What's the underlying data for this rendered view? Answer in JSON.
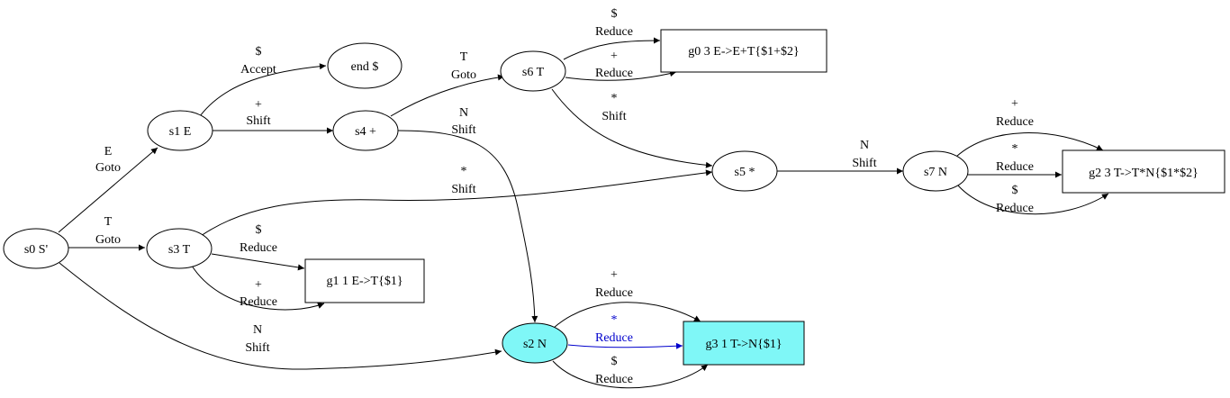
{
  "colors": {
    "default": "#000000",
    "highlight_fill": "#7ff7f7",
    "highlight_edge": "#0000cc",
    "background": "#ffffff"
  },
  "nodes": {
    "s0": {
      "label": "s0 S'",
      "shape": "ellipse",
      "highlight": false
    },
    "s1": {
      "label": "s1 E",
      "shape": "ellipse",
      "highlight": false
    },
    "end": {
      "label": "end $",
      "shape": "ellipse",
      "highlight": false
    },
    "s4": {
      "label": "s4 +",
      "shape": "ellipse",
      "highlight": false
    },
    "s6": {
      "label": "s6 T",
      "shape": "ellipse",
      "highlight": false
    },
    "g0": {
      "label": "g0 3 E->E+T{$1+$2}",
      "shape": "box",
      "highlight": false
    },
    "s5": {
      "label": "s5 *",
      "shape": "ellipse",
      "highlight": false
    },
    "s7": {
      "label": "s7 N",
      "shape": "ellipse",
      "highlight": false
    },
    "g2": {
      "label": "g2 3 T->T*N{$1*$2}",
      "shape": "box",
      "highlight": false
    },
    "s3": {
      "label": "s3 T",
      "shape": "ellipse",
      "highlight": false
    },
    "g1": {
      "label": "g1 1 E->T{$1}",
      "shape": "box",
      "highlight": false
    },
    "s2": {
      "label": "s2 N",
      "shape": "ellipse",
      "highlight": true
    },
    "g3": {
      "label": "g3 1 T->N{$1}",
      "shape": "box",
      "highlight": true
    }
  },
  "edges": {
    "s0_s1": {
      "from": "s0",
      "to": "s1",
      "symbol": "E",
      "action": "Goto",
      "highlight": false
    },
    "s0_s3": {
      "from": "s0",
      "to": "s3",
      "symbol": "T",
      "action": "Goto",
      "highlight": false
    },
    "s0_s2": {
      "from": "s0",
      "to": "s2",
      "symbol": "N",
      "action": "Shift",
      "highlight": false
    },
    "s1_end": {
      "from": "s1",
      "to": "end",
      "symbol": "$",
      "action": "Accept",
      "highlight": false
    },
    "s1_s4": {
      "from": "s1",
      "to": "s4",
      "symbol": "+",
      "action": "Shift",
      "highlight": false
    },
    "s4_s6": {
      "from": "s4",
      "to": "s6",
      "symbol": "T",
      "action": "Goto",
      "highlight": false
    },
    "s4_s2": {
      "from": "s4",
      "to": "s2",
      "symbol": "N",
      "action": "Shift",
      "highlight": false
    },
    "s6_g0_dollar": {
      "from": "s6",
      "to": "g0",
      "symbol": "$",
      "action": "Reduce",
      "highlight": false
    },
    "s6_g0_plus": {
      "from": "s6",
      "to": "g0",
      "symbol": "+",
      "action": "Reduce",
      "highlight": false
    },
    "s6_s5": {
      "from": "s6",
      "to": "s5",
      "symbol": "*",
      "action": "Shift",
      "highlight": false
    },
    "s3_s5": {
      "from": "s3",
      "to": "s5",
      "symbol": "*",
      "action": "Shift",
      "highlight": false
    },
    "s3_g1_dollar": {
      "from": "s3",
      "to": "g1",
      "symbol": "$",
      "action": "Reduce",
      "highlight": false
    },
    "s3_g1_plus": {
      "from": "s3",
      "to": "g1",
      "symbol": "+",
      "action": "Reduce",
      "highlight": false
    },
    "s5_s7": {
      "from": "s5",
      "to": "s7",
      "symbol": "N",
      "action": "Shift",
      "highlight": false
    },
    "s7_g2_plus": {
      "from": "s7",
      "to": "g2",
      "symbol": "+",
      "action": "Reduce",
      "highlight": false
    },
    "s7_g2_star": {
      "from": "s7",
      "to": "g2",
      "symbol": "*",
      "action": "Reduce",
      "highlight": false
    },
    "s7_g2_dollar": {
      "from": "s7",
      "to": "g2",
      "symbol": "$",
      "action": "Reduce",
      "highlight": false
    },
    "s2_g3_plus": {
      "from": "s2",
      "to": "g3",
      "symbol": "+",
      "action": "Reduce",
      "highlight": false
    },
    "s2_g3_star": {
      "from": "s2",
      "to": "g3",
      "symbol": "*",
      "action": "Reduce",
      "highlight": true
    },
    "s2_g3_dollar": {
      "from": "s2",
      "to": "g3",
      "symbol": "$",
      "action": "Reduce",
      "highlight": false
    }
  }
}
